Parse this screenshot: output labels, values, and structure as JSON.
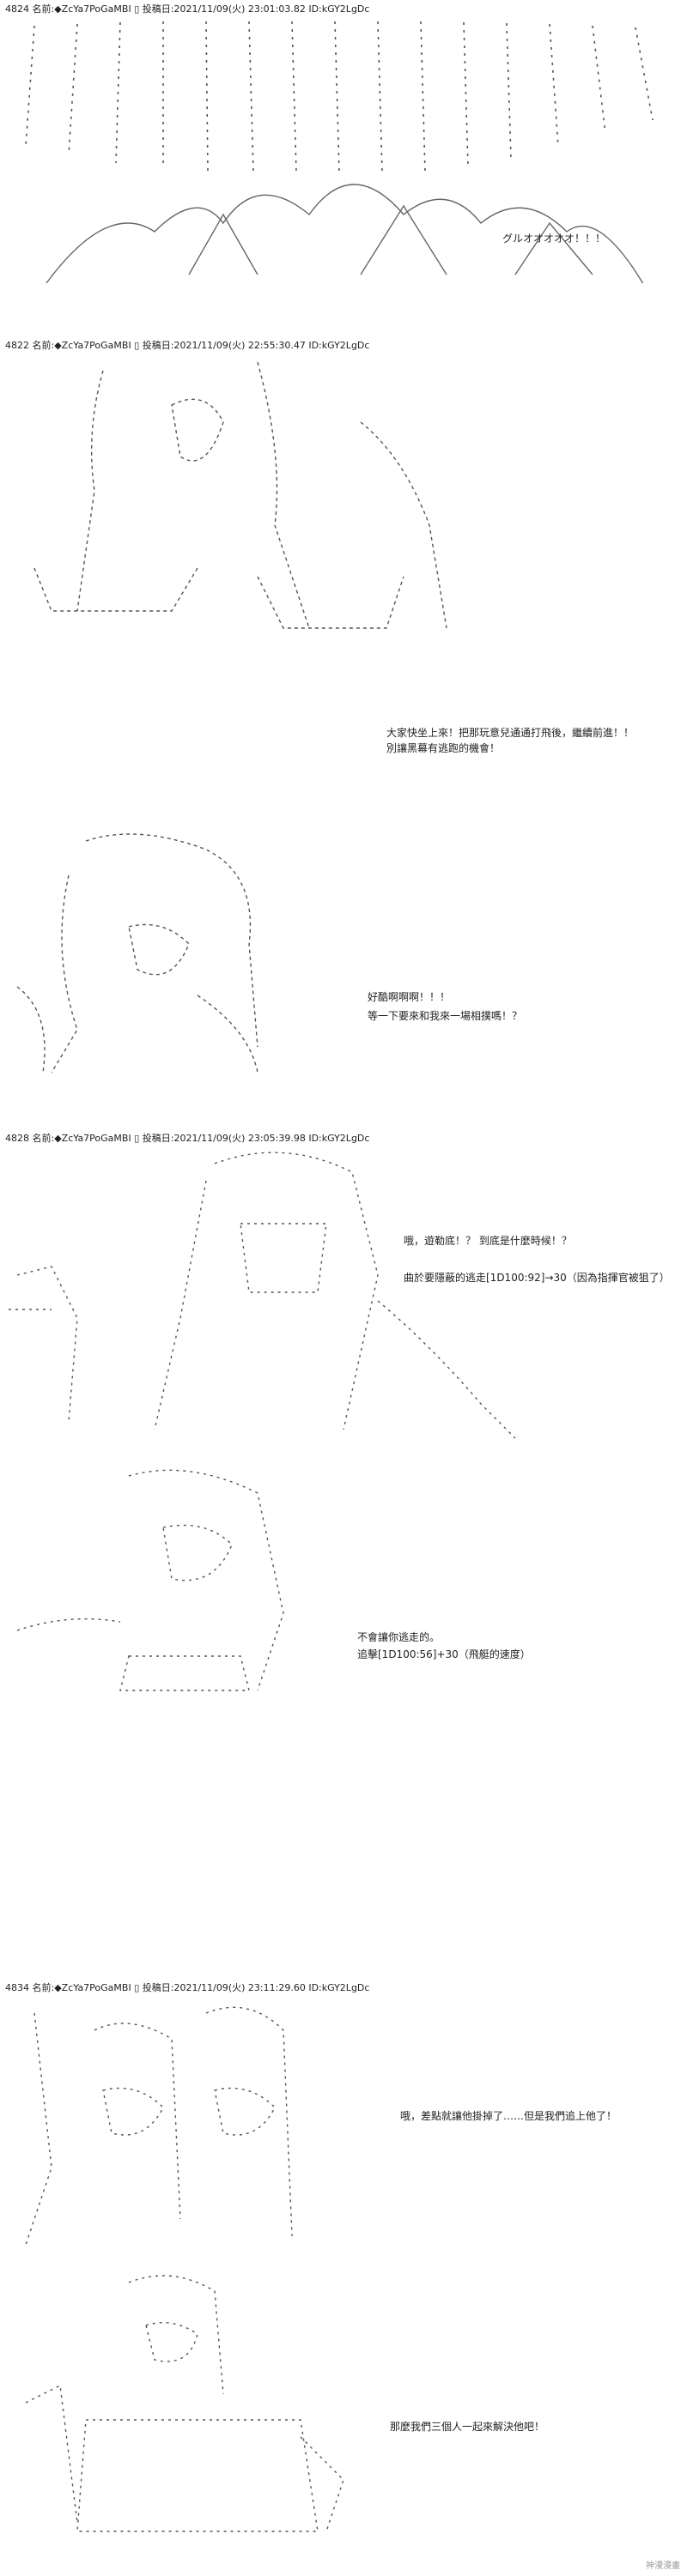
{
  "posts": [
    {
      "header": "4824 名前:◆ZcYa7PoGaMBI ▯ 投稿日:2021/11/09(火) 23:01:03.82 ID:kGY2LgDc"
    },
    {
      "header": "4822 名前:◆ZcYa7PoGaMBI ▯ 投稿日:2021/11/09(火) 22:55:30.47 ID:kGY2LgDc"
    },
    {
      "header": "4828 名前:◆ZcYa7PoGaMBI ▯ 投稿日:2021/11/09(火) 23:05:39.98 ID:kGY2LgDc"
    },
    {
      "header": "4834 名前:◆ZcYa7PoGaMBI ▯ 投稿日:2021/11/09(火) 23:11:29.60 ID:kGY2LgDc"
    }
  ],
  "dialogue": [
    "グルオオオオオ！！！",
    "大家快坐上來！把那玩意兒通通打飛後，繼續前進！！",
    "別讓黑幕有逃跑的機會！",
    "好酷啊啊啊！！！",
    "等一下要來和我來一場相撲嗎！？",
    "哦，遊勒底！？ 到底是什麼時候！？",
    "曲於要隱蔽的逃走[1D100:92]→30（因為指揮官被狙了）",
    "不會讓你逃走的。",
    "追擊[1D100:56]+30（飛艇的速度）",
    "哦，差點就讓他掛掉了……但是我們追上他了！",
    "那麼我們三個人一起來解決他吧！"
  ],
  "watermark": "神漫漫畫"
}
